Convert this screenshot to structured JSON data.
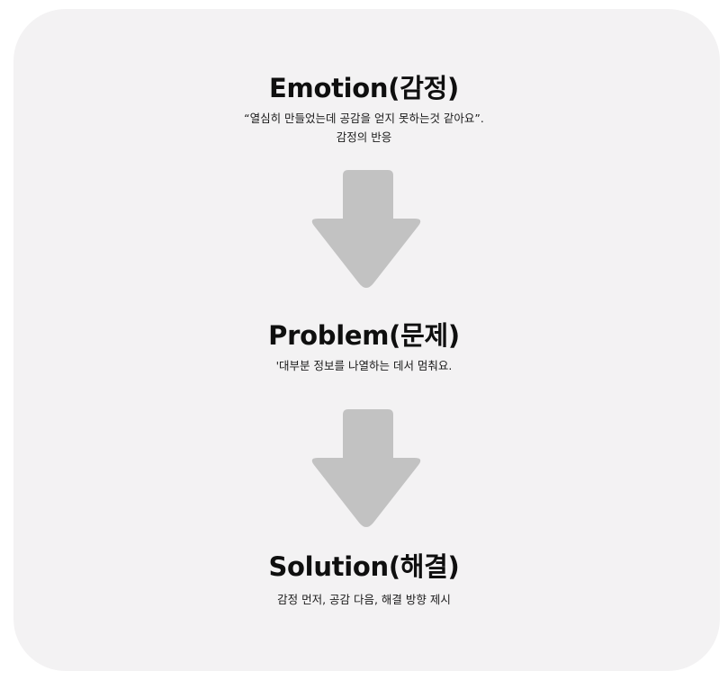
{
  "steps": [
    {
      "title": "Emotion(감정)",
      "lines": [
        "“열심히 만들었는데 공감을 얻지 못하는것 같아요”.",
        "감정의 반응"
      ]
    },
    {
      "title": "Problem(문제)",
      "lines": [
        "'대부분 정보를 나열하는 데서 멈춰요."
      ]
    },
    {
      "title": "Solution(해결)",
      "lines": [
        "감정 먼저, 공감 다음, 해결 방향 제시"
      ]
    }
  ],
  "colors": {
    "card_background": "#f3f2f3",
    "arrow": "#c2c2c2",
    "text": "#0f0f0f"
  }
}
